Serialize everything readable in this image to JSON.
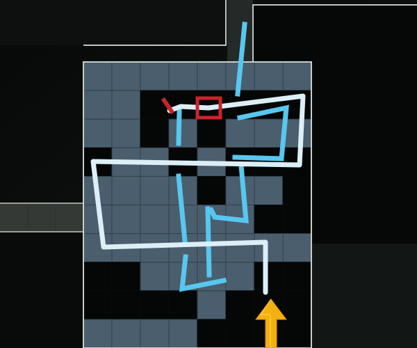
{
  "game": {
    "type": "puzzle-map",
    "palette": {
      "background": "#0b0c0c",
      "panel_dark": "#111313",
      "tile": "#4a5e6d",
      "tile_grid": "#30404c",
      "wall": "#050606",
      "border": "#c8cec9",
      "path_current": "#dceff7",
      "path_previous": "#58c7ef",
      "goal_marker": "#c7262b",
      "start_arrow": "#f3b10f"
    },
    "icons": {
      "start": "start-arrow-icon",
      "goal": "goal-square-icon",
      "route": "route-line-icon"
    },
    "grid": {
      "columns": 8,
      "rows": 10,
      "wall_cells": [
        [
          2,
          1
        ],
        [
          3,
          1
        ],
        [
          4,
          1
        ],
        [
          5,
          1
        ],
        [
          6,
          1
        ],
        [
          7,
          1
        ],
        [
          2,
          2
        ],
        [
          4,
          2
        ],
        [
          0,
          3
        ],
        [
          3,
          3
        ],
        [
          5,
          3
        ],
        [
          6,
          3
        ],
        [
          7,
          3
        ],
        [
          4,
          4
        ],
        [
          7,
          4
        ],
        [
          6,
          5
        ],
        [
          7,
          5
        ],
        [
          0,
          7
        ],
        [
          1,
          7
        ],
        [
          6,
          7
        ],
        [
          7,
          7
        ],
        [
          0,
          8
        ],
        [
          1,
          8
        ],
        [
          2,
          8
        ],
        [
          3,
          8
        ],
        [
          5,
          8
        ],
        [
          6,
          8
        ],
        [
          7,
          8
        ],
        [
          4,
          9
        ],
        [
          5,
          9
        ],
        [
          6,
          9
        ],
        [
          7,
          9
        ]
      ]
    }
  }
}
